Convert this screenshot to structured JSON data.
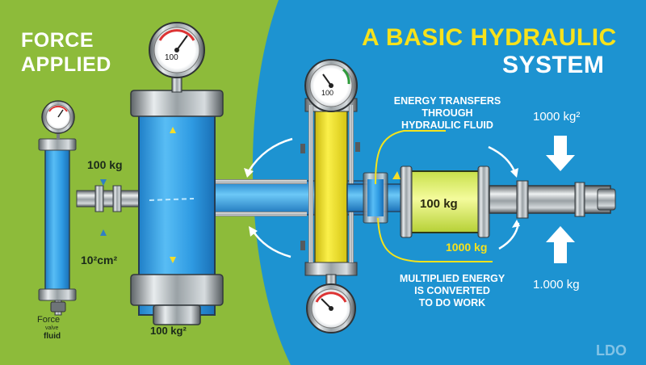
{
  "title": {
    "line1": "A BASIC HYDRAULIC",
    "line2": "SYSTEM"
  },
  "force_applied": {
    "line1": "FORCE",
    "line2": "APPLIED"
  },
  "labels": {
    "small_force": "100 kg",
    "small_area": "10²cm²",
    "bottom_force": "100 kg²",
    "inner_piston": "100 kg",
    "output_force": "1000 kg",
    "right_top": "1000 kg²",
    "right_bottom": "1.000 kg",
    "force_caption": "Force",
    "valve_caption": "valve",
    "fluid_caption": "fluid",
    "watermark": "LDO"
  },
  "captions": {
    "energy_transfer": [
      "ENERGY TRANSFERS",
      "THROUGH",
      "HYDRAULIC FLUID"
    ],
    "multiplied": [
      "MULTIPLIED ENERGY",
      "IS CONVERTED",
      "TO DO WORK"
    ]
  },
  "gauges": [
    {
      "id": "top-center",
      "reading": "100"
    },
    {
      "id": "center-right",
      "reading": "100"
    },
    {
      "id": "small-left",
      "reading": ""
    },
    {
      "id": "bottom-center",
      "reading": ""
    }
  ],
  "colors": {
    "green_bg": "#8dbb3a",
    "blue_bg": "#1d93d1",
    "title_yellow": "#f7e21b",
    "fluid_blue": "#37a6ea",
    "yellow_cyl": "#f2e21a"
  }
}
